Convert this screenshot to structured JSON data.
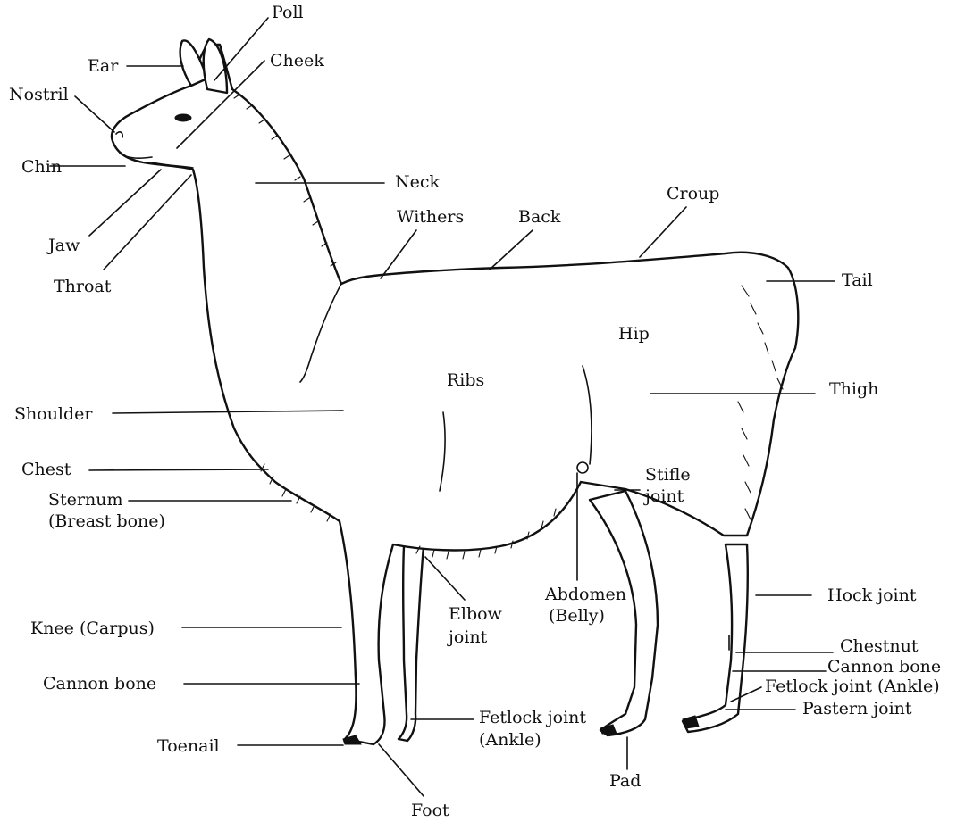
{
  "labels": {
    "poll": "Poll",
    "ear": "Ear",
    "cheek": "Cheek",
    "nostril": "Nostril",
    "chin": "Chin",
    "neck": "Neck",
    "withers": "Withers",
    "back": "Back",
    "croup": "Croup",
    "jaw": "Jaw",
    "throat": "Throat",
    "tail": "Tail",
    "hip": "Hip",
    "ribs": "Ribs",
    "thigh": "Thigh",
    "shoulder": "Shoulder",
    "chest": "Chest",
    "stifle_line1": "Stifle",
    "stifle_line2": "joint",
    "sternum_line1": "Sternum",
    "sternum_line2": "(Breast bone)",
    "abdomen_line1": "Abdomen",
    "abdomen_line2": "(Belly)",
    "hock": "Hock joint",
    "knee": "Knee (Carpus)",
    "elbow_line1": "Elbow",
    "elbow_line2": "joint",
    "chestnut": "Chestnut",
    "cannon_front": "Cannon bone",
    "cannon_rear": "Cannon bone",
    "fetlock_rear": "Fetlock joint (Ankle)",
    "pastern": "Pastern joint",
    "fetlock_front_line1": "Fetlock joint",
    "fetlock_front_line2": "(Ankle)",
    "toenail": "Toenail",
    "pad": "Pad",
    "foot": "Foot"
  }
}
